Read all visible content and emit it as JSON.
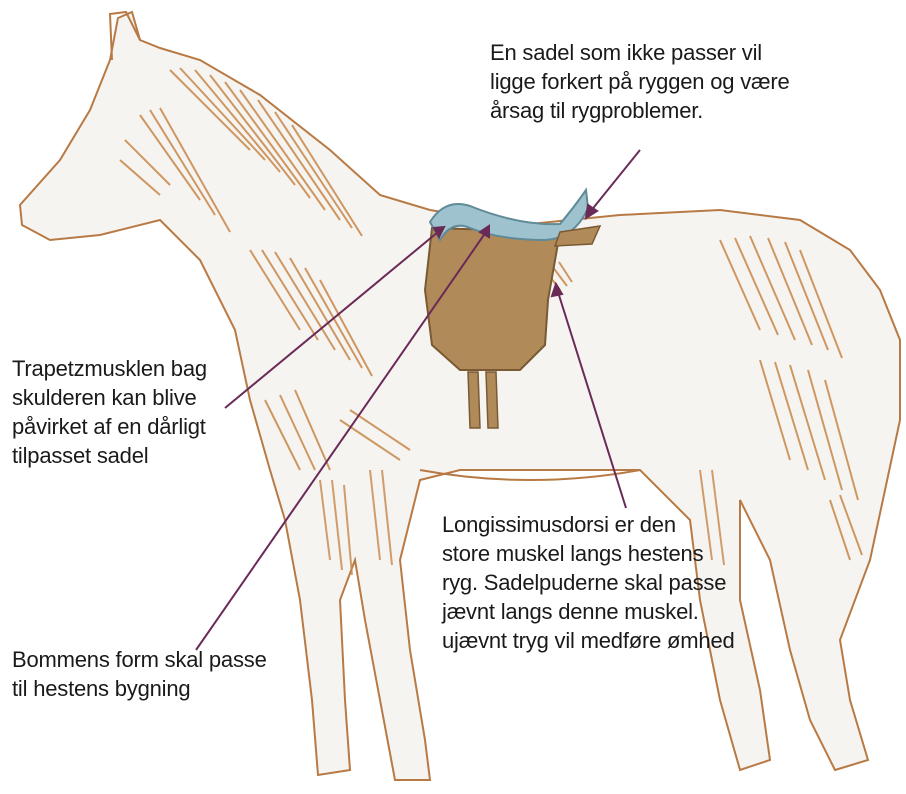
{
  "annotations": {
    "saddle_fit": [
      "En sadel som ikke passer vil",
      "ligge forkert på ryggen og være",
      "årsag til rygproblemer."
    ],
    "trapezius": [
      "Trapetzmusklen bag",
      "skulderen kan blive",
      "påvirket af en dårligt",
      "tilpasset sadel"
    ],
    "longissimus": [
      "Longissimusdorsi er den",
      "store muskel langs hestens",
      "ryg. Sadelpuderne skal passe",
      "jævnt langs denne muskel.",
      "ujævnt tryg vil medføre ømhed"
    ],
    "tree_shape": [
      "Bommens form skal passe",
      "til hestens bygning"
    ]
  },
  "colors": {
    "muscle": "#c8874a",
    "outline": "#b87a45",
    "horse_fill": "#f6f4f1",
    "saddle": "#b08a58",
    "saddle_tree": "#9ec3cf",
    "pointer": "#6a2a57"
  }
}
